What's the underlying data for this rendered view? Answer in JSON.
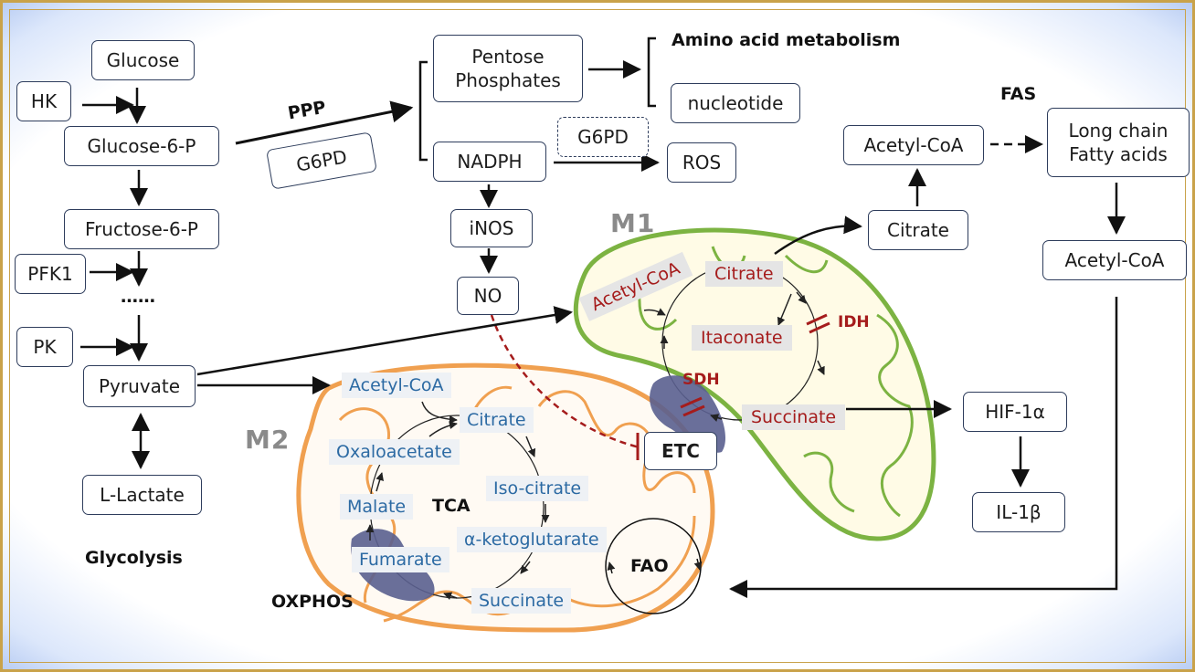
{
  "boxes": {
    "glucose": "Glucose",
    "hk": "HK",
    "glucose6p": "Glucose-6-P",
    "fructose6p": "Fructose-6-P",
    "pfk1": "PFK1",
    "dots": "……",
    "pk": "PK",
    "pyruvate": "Pyruvate",
    "lactate": "L-Lactate",
    "g6pd": "G6PD",
    "pentose": "Pentose\nPhosphates",
    "nucleotide": "nucleotide",
    "g6pd_dashed": "G6PD",
    "nadph": "NADPH",
    "ros": "ROS",
    "inos": "iNOS",
    "no": "NO",
    "acetyl_coa_top": "Acetyl-CoA",
    "long_chain": "Long chain\nFatty acids",
    "citrate_top": "Citrate",
    "acetyl_coa_right": "Acetyl-CoA",
    "hif": "HIF-1α",
    "il1b": "IL-1β",
    "etc": "ETC"
  },
  "labels": {
    "ppp": "PPP",
    "amino": "Amino acid metabolism",
    "fas": "FAS",
    "glycolysis": "Glycolysis",
    "m1": "M1",
    "m2": "M2",
    "tca": "TCA",
    "oxphos": "OXPHOS",
    "fao": "FAO",
    "idh": "IDH",
    "sdh": "SDH"
  },
  "m1_cycle": {
    "acetyl": "Acetyl-CoA",
    "citrate": "Citrate",
    "itaconate": "Itaconate",
    "succinate": "Succinate"
  },
  "m2_cycle": {
    "acetyl": "Acetyl-CoA",
    "citrate": "Citrate",
    "oxaloacetate": "Oxaloacetate",
    "isocitrate": "Iso-citrate",
    "malate": "Malate",
    "akg": "α-ketoglutarate",
    "fumarate": "Fumarate",
    "succinate": "Succinate"
  },
  "colors": {
    "m1_membrane": "#7cb342",
    "m1_fill": "#fffbe6",
    "m2_membrane": "#f0a050",
    "m2_fill": "#fffaf3",
    "inhibitor_red": "#a51c1c",
    "enzyme_purple": "#5a5f8f"
  }
}
